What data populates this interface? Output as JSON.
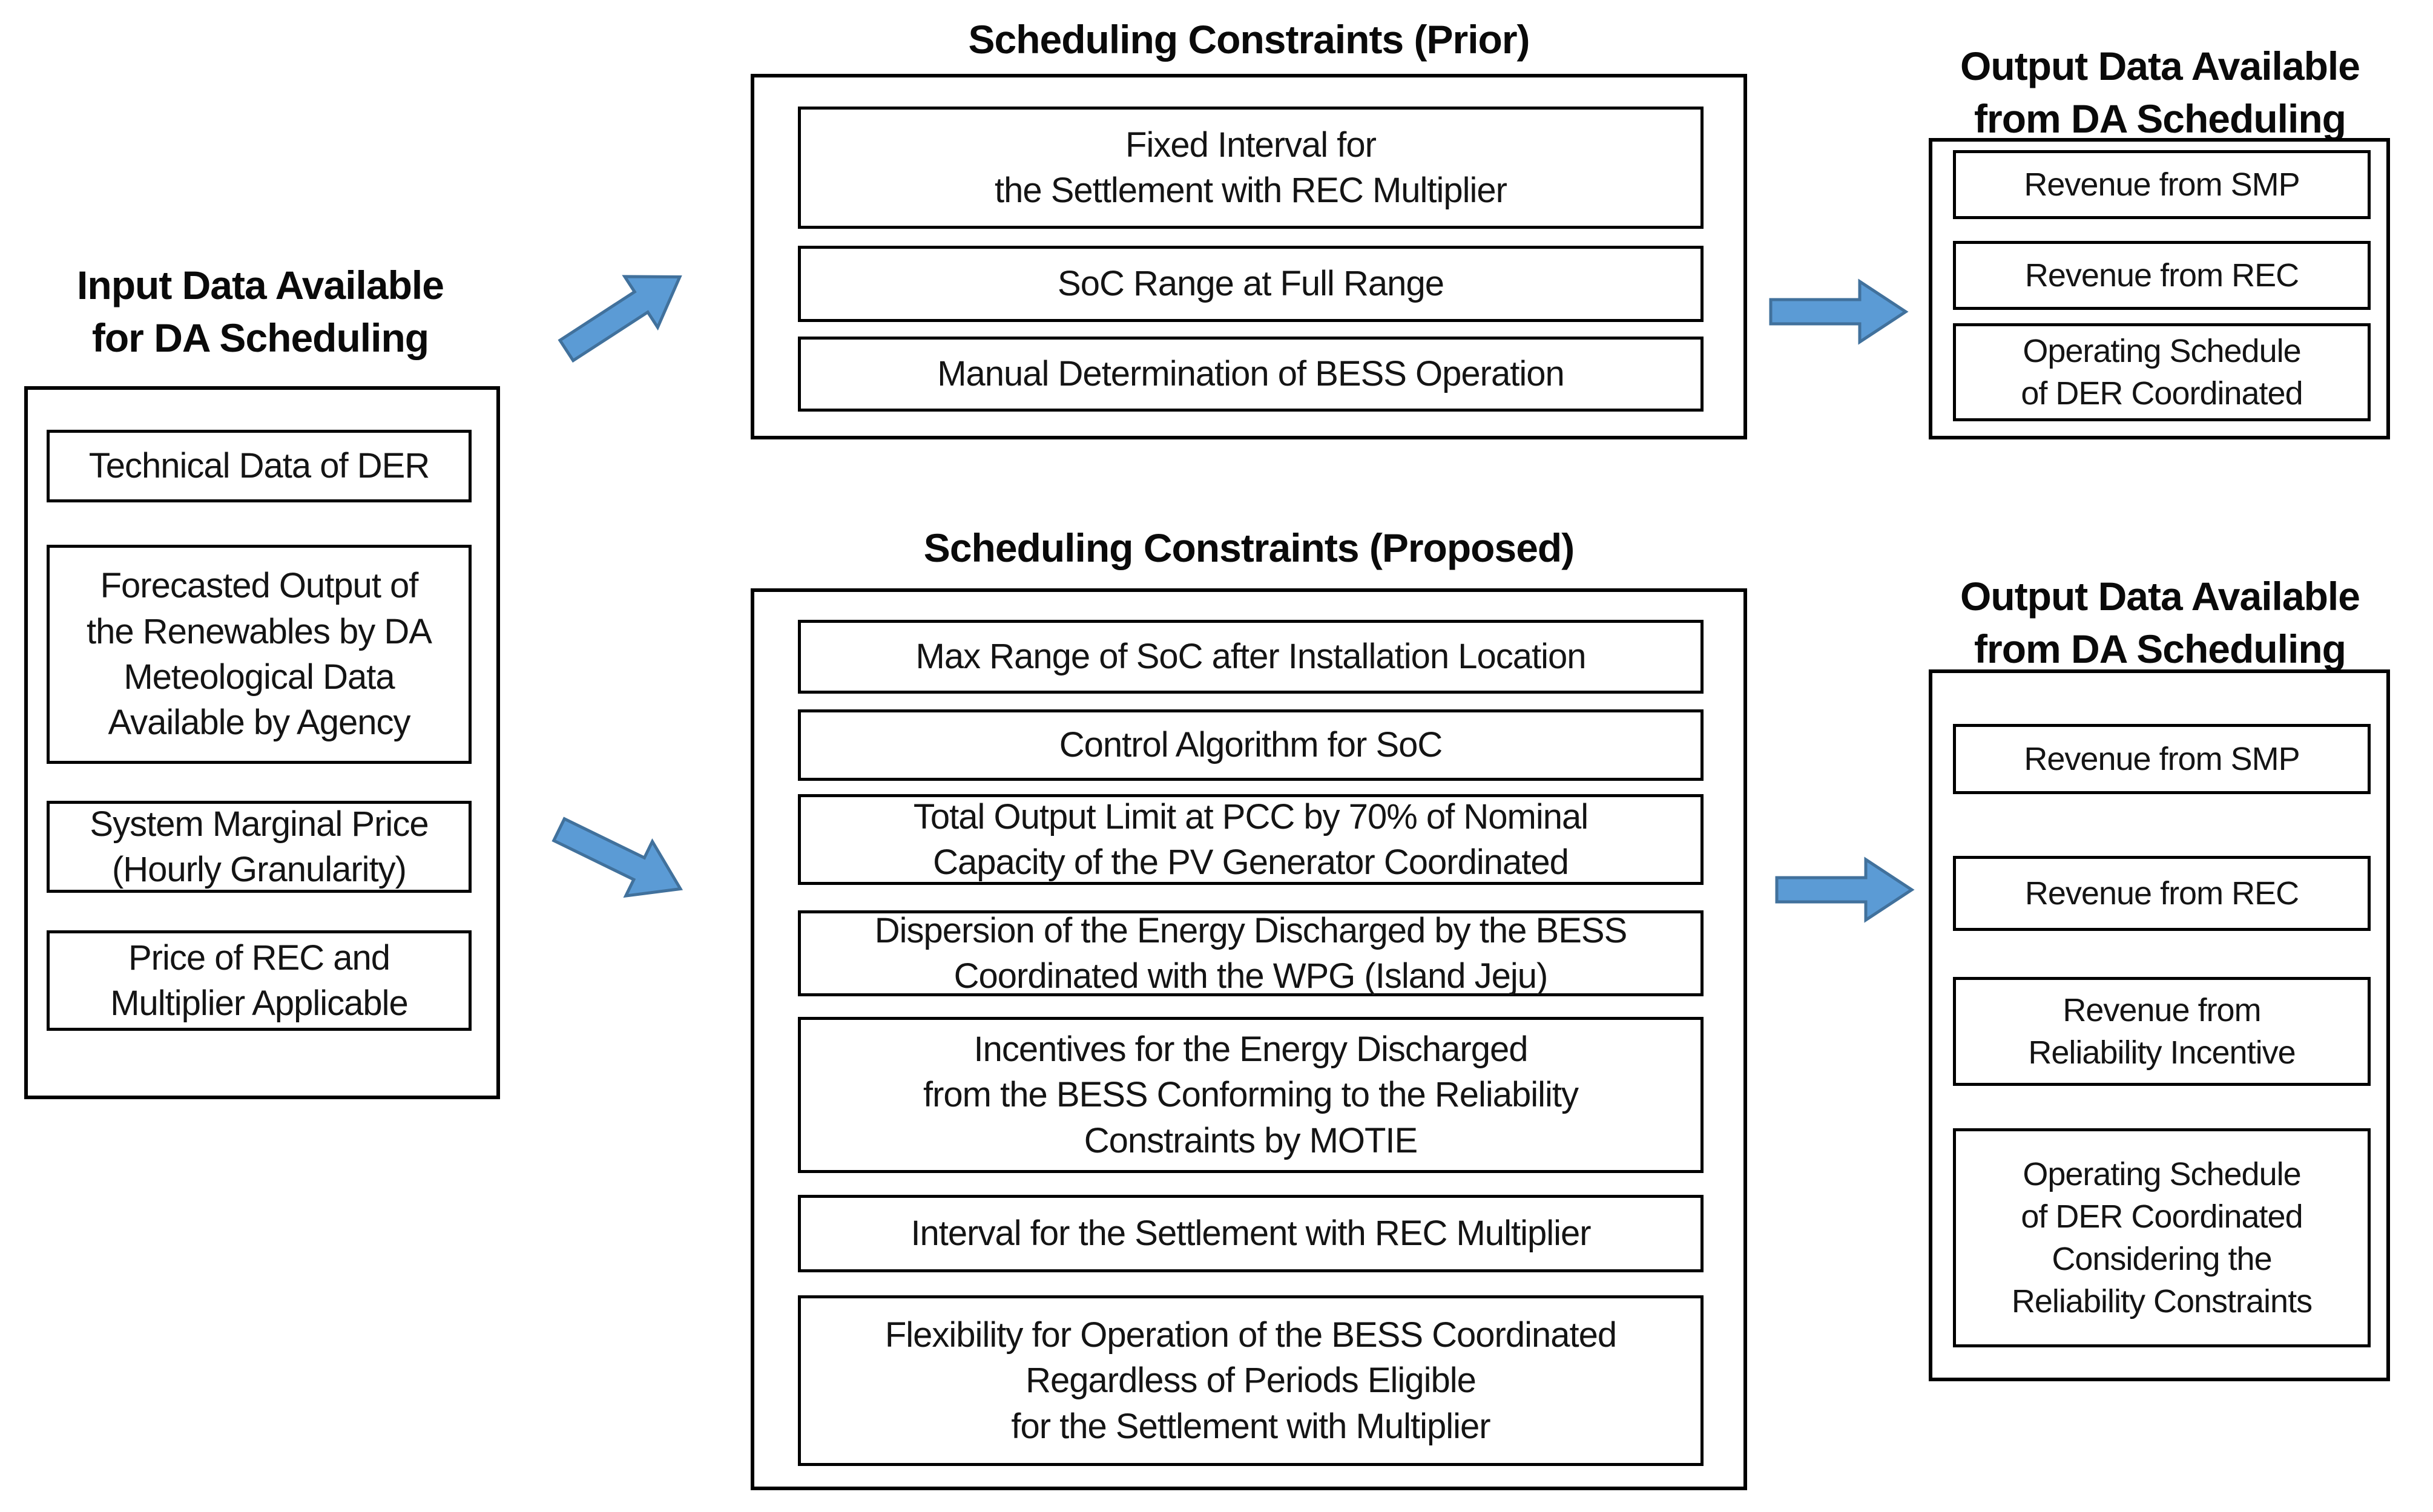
{
  "colors": {
    "background": "#ffffff",
    "box_border": "#000000",
    "text": "#111111",
    "arrow_fill": "#5b9bd5",
    "arrow_stroke": "#41719c"
  },
  "sections": {
    "input": {
      "title": "Input Data Available\nfor DA Scheduling",
      "items": [
        "Technical Data of DER",
        "Forecasted Output of\nthe Renewables by DA\nMeteological Data\nAvailable by Agency",
        "System Marginal Price\n(Hourly Granularity)",
        "Price of REC and\nMultiplier Applicable"
      ]
    },
    "prior": {
      "title": "Scheduling Constraints (Prior)",
      "items": [
        "Fixed Interval for\nthe Settlement with REC Multiplier",
        "SoC Range at Full Range",
        "Manual Determination of BESS Operation"
      ]
    },
    "prior_output": {
      "title": "Output Data Available\nfrom DA Scheduling",
      "items": [
        "Revenue from SMP",
        "Revenue from REC",
        "Operating Schedule\nof DER Coordinated"
      ]
    },
    "proposed": {
      "title": "Scheduling Constraints (Proposed)",
      "items": [
        "Max Range of SoC after Installation Location",
        "Control Algorithm for SoC",
        "Total Output Limit at PCC by 70% of Nominal\nCapacity of the PV Generator Coordinated",
        "Dispersion of the Energy Discharged by the BESS\nCoordinated with the WPG (Island Jeju)",
        "Incentives for the Energy Discharged\nfrom the BESS Conforming to the Reliability\nConstraints by MOTIE",
        "Interval for the Settlement with REC Multiplier",
        "Flexibility for Operation of the BESS Coordinated\nRegardless of Periods Eligible\nfor the Settlement with Multiplier"
      ]
    },
    "proposed_output": {
      "title": "Output Data Available\nfrom DA Scheduling",
      "items": [
        "Revenue from SMP",
        "Revenue from REC",
        "Revenue from\nReliability Incentive",
        "Operating Schedule\nof DER Coordinated\nConsidering the\nReliability Constraints"
      ]
    }
  },
  "arrows": [
    {
      "id": "input-to-prior",
      "direction": "up-right"
    },
    {
      "id": "prior-to-prior-output",
      "direction": "right"
    },
    {
      "id": "input-to-proposed",
      "direction": "down-right"
    },
    {
      "id": "proposed-to-proposed-output",
      "direction": "right"
    }
  ]
}
